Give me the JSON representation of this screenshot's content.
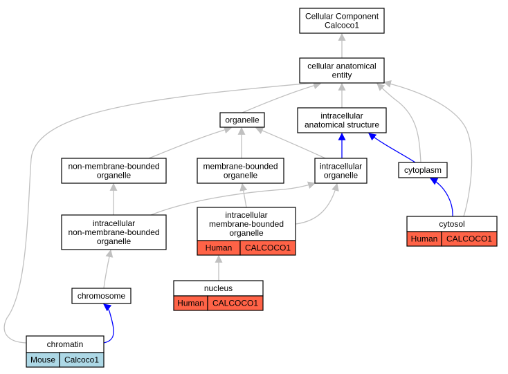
{
  "colors": {
    "human": "#ff6347",
    "mouse": "#add8e6",
    "edge_isa": "#c0c0c0",
    "edge_partof": "#0000ff"
  },
  "nodes": {
    "root": [
      "Cellular Component",
      "Calcoco1"
    ],
    "cae": [
      "cellular anatomical",
      "entity"
    ],
    "organelle": [
      "organelle"
    ],
    "ias": [
      "intracellular",
      "anatomical structure"
    ],
    "nmbo": [
      "non-membrane-bounded",
      "organelle"
    ],
    "mbo": [
      "membrane-bounded",
      "organelle"
    ],
    "io": [
      "intracellular",
      "organelle"
    ],
    "cytoplasm": [
      "cytoplasm"
    ],
    "inmbo": [
      "intracellular",
      "non-membrane-bounded",
      "organelle"
    ],
    "imbo": [
      "intracellular",
      "membrane-bounded",
      "organelle"
    ],
    "cytosol": [
      "cytosol"
    ],
    "chromosome": [
      "chromosome"
    ],
    "nucleus": [
      "nucleus"
    ],
    "chromatin": [
      "chromatin"
    ]
  },
  "annotations": {
    "imbo": {
      "species": "Human",
      "gene": "CALCOCO1"
    },
    "cytosol": {
      "species": "Human",
      "gene": "CALCOCO1"
    },
    "nucleus": {
      "species": "Human",
      "gene": "CALCOCO1"
    },
    "chromatin": {
      "species": "Mouse",
      "gene": "Calcoco1"
    }
  },
  "edges": [
    {
      "from": "cae",
      "to": "root",
      "type": "is_a"
    },
    {
      "from": "organelle",
      "to": "cae",
      "type": "is_a"
    },
    {
      "from": "ias",
      "to": "cae",
      "type": "is_a"
    },
    {
      "from": "cytoplasm",
      "to": "cae",
      "type": "is_a"
    },
    {
      "from": "cytosol",
      "to": "cae",
      "type": "is_a"
    },
    {
      "from": "chromatin",
      "to": "cae",
      "type": "is_a"
    },
    {
      "from": "nmbo",
      "to": "organelle",
      "type": "is_a"
    },
    {
      "from": "mbo",
      "to": "organelle",
      "type": "is_a"
    },
    {
      "from": "io",
      "to": "organelle",
      "type": "is_a"
    },
    {
      "from": "io",
      "to": "ias",
      "type": "part_of"
    },
    {
      "from": "cytoplasm",
      "to": "ias",
      "type": "part_of"
    },
    {
      "from": "cytosol",
      "to": "cytoplasm",
      "type": "part_of"
    },
    {
      "from": "inmbo",
      "to": "nmbo",
      "type": "is_a"
    },
    {
      "from": "inmbo",
      "to": "io",
      "type": "is_a"
    },
    {
      "from": "imbo",
      "to": "mbo",
      "type": "is_a"
    },
    {
      "from": "imbo",
      "to": "io",
      "type": "is_a"
    },
    {
      "from": "chromosome",
      "to": "inmbo",
      "type": "is_a"
    },
    {
      "from": "nucleus",
      "to": "imbo",
      "type": "is_a"
    },
    {
      "from": "chromatin",
      "to": "chromosome",
      "type": "part_of"
    }
  ]
}
